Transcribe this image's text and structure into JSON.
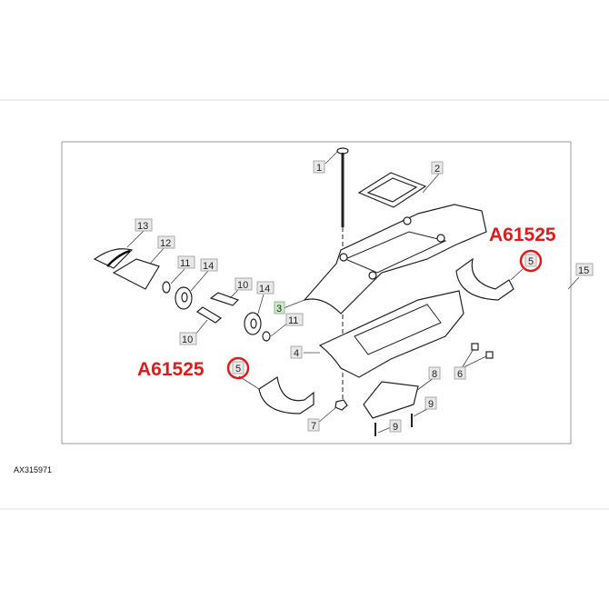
{
  "diagram": {
    "figure_id": "AX315971",
    "reference_part_number": "A61525",
    "highlight_color": "#e01b1b",
    "selected_callout_color": "#cfe8cf",
    "callouts": [
      "1",
      "2",
      "3",
      "4",
      "5",
      "5",
      "6",
      "7",
      "8",
      "9",
      "9",
      "10",
      "10",
      "11",
      "11",
      "12",
      "13",
      "14",
      "14",
      "15"
    ],
    "annotations": [
      {
        "text": "A61525",
        "callout": "5"
      },
      {
        "text": "A61525",
        "callout": "5"
      }
    ]
  }
}
